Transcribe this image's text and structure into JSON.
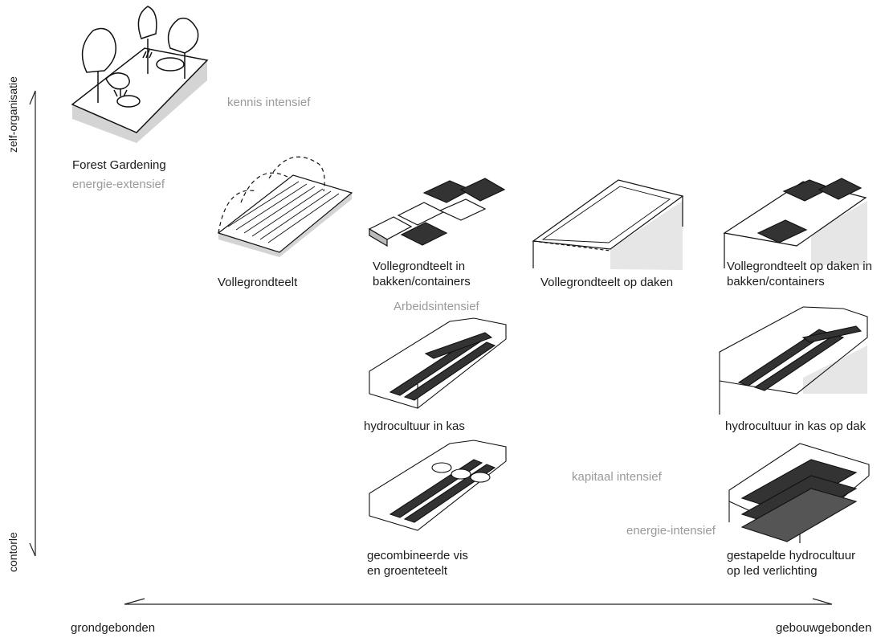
{
  "axes": {
    "y_top": "zelf-organisatie",
    "y_bottom": "contorle",
    "x_left": "grondgebonden",
    "x_right": "gebouwgebonden"
  },
  "annotations": {
    "kennis": "kennis intensief",
    "energie_extensief": "energie-extensief",
    "arbeid": "Arbeidsintensief",
    "kapitaal": "kapitaal intensief",
    "energie_intensief": "energie-intensief"
  },
  "items": [
    {
      "line1": "Forest Gardening",
      "line2": ""
    },
    {
      "line1": "Vollegrondteelt",
      "line2": ""
    },
    {
      "line1": "Vollegrondteelt in",
      "line2": "bakken/containers"
    },
    {
      "line1": "Vollegrondteelt op daken",
      "line2": ""
    },
    {
      "line1": "Vollegrondteelt op daken in",
      "line2": "bakken/containers"
    },
    {
      "line1": "hydrocultuur in kas",
      "line2": ""
    },
    {
      "line1": "hydrocultuur in kas op dak",
      "line2": ""
    },
    {
      "line1": "gecombineerde vis",
      "line2": "en groenteteelt"
    },
    {
      "line1": "gestapelde hydrocultuur",
      "line2": "op led verlichting"
    }
  ]
}
